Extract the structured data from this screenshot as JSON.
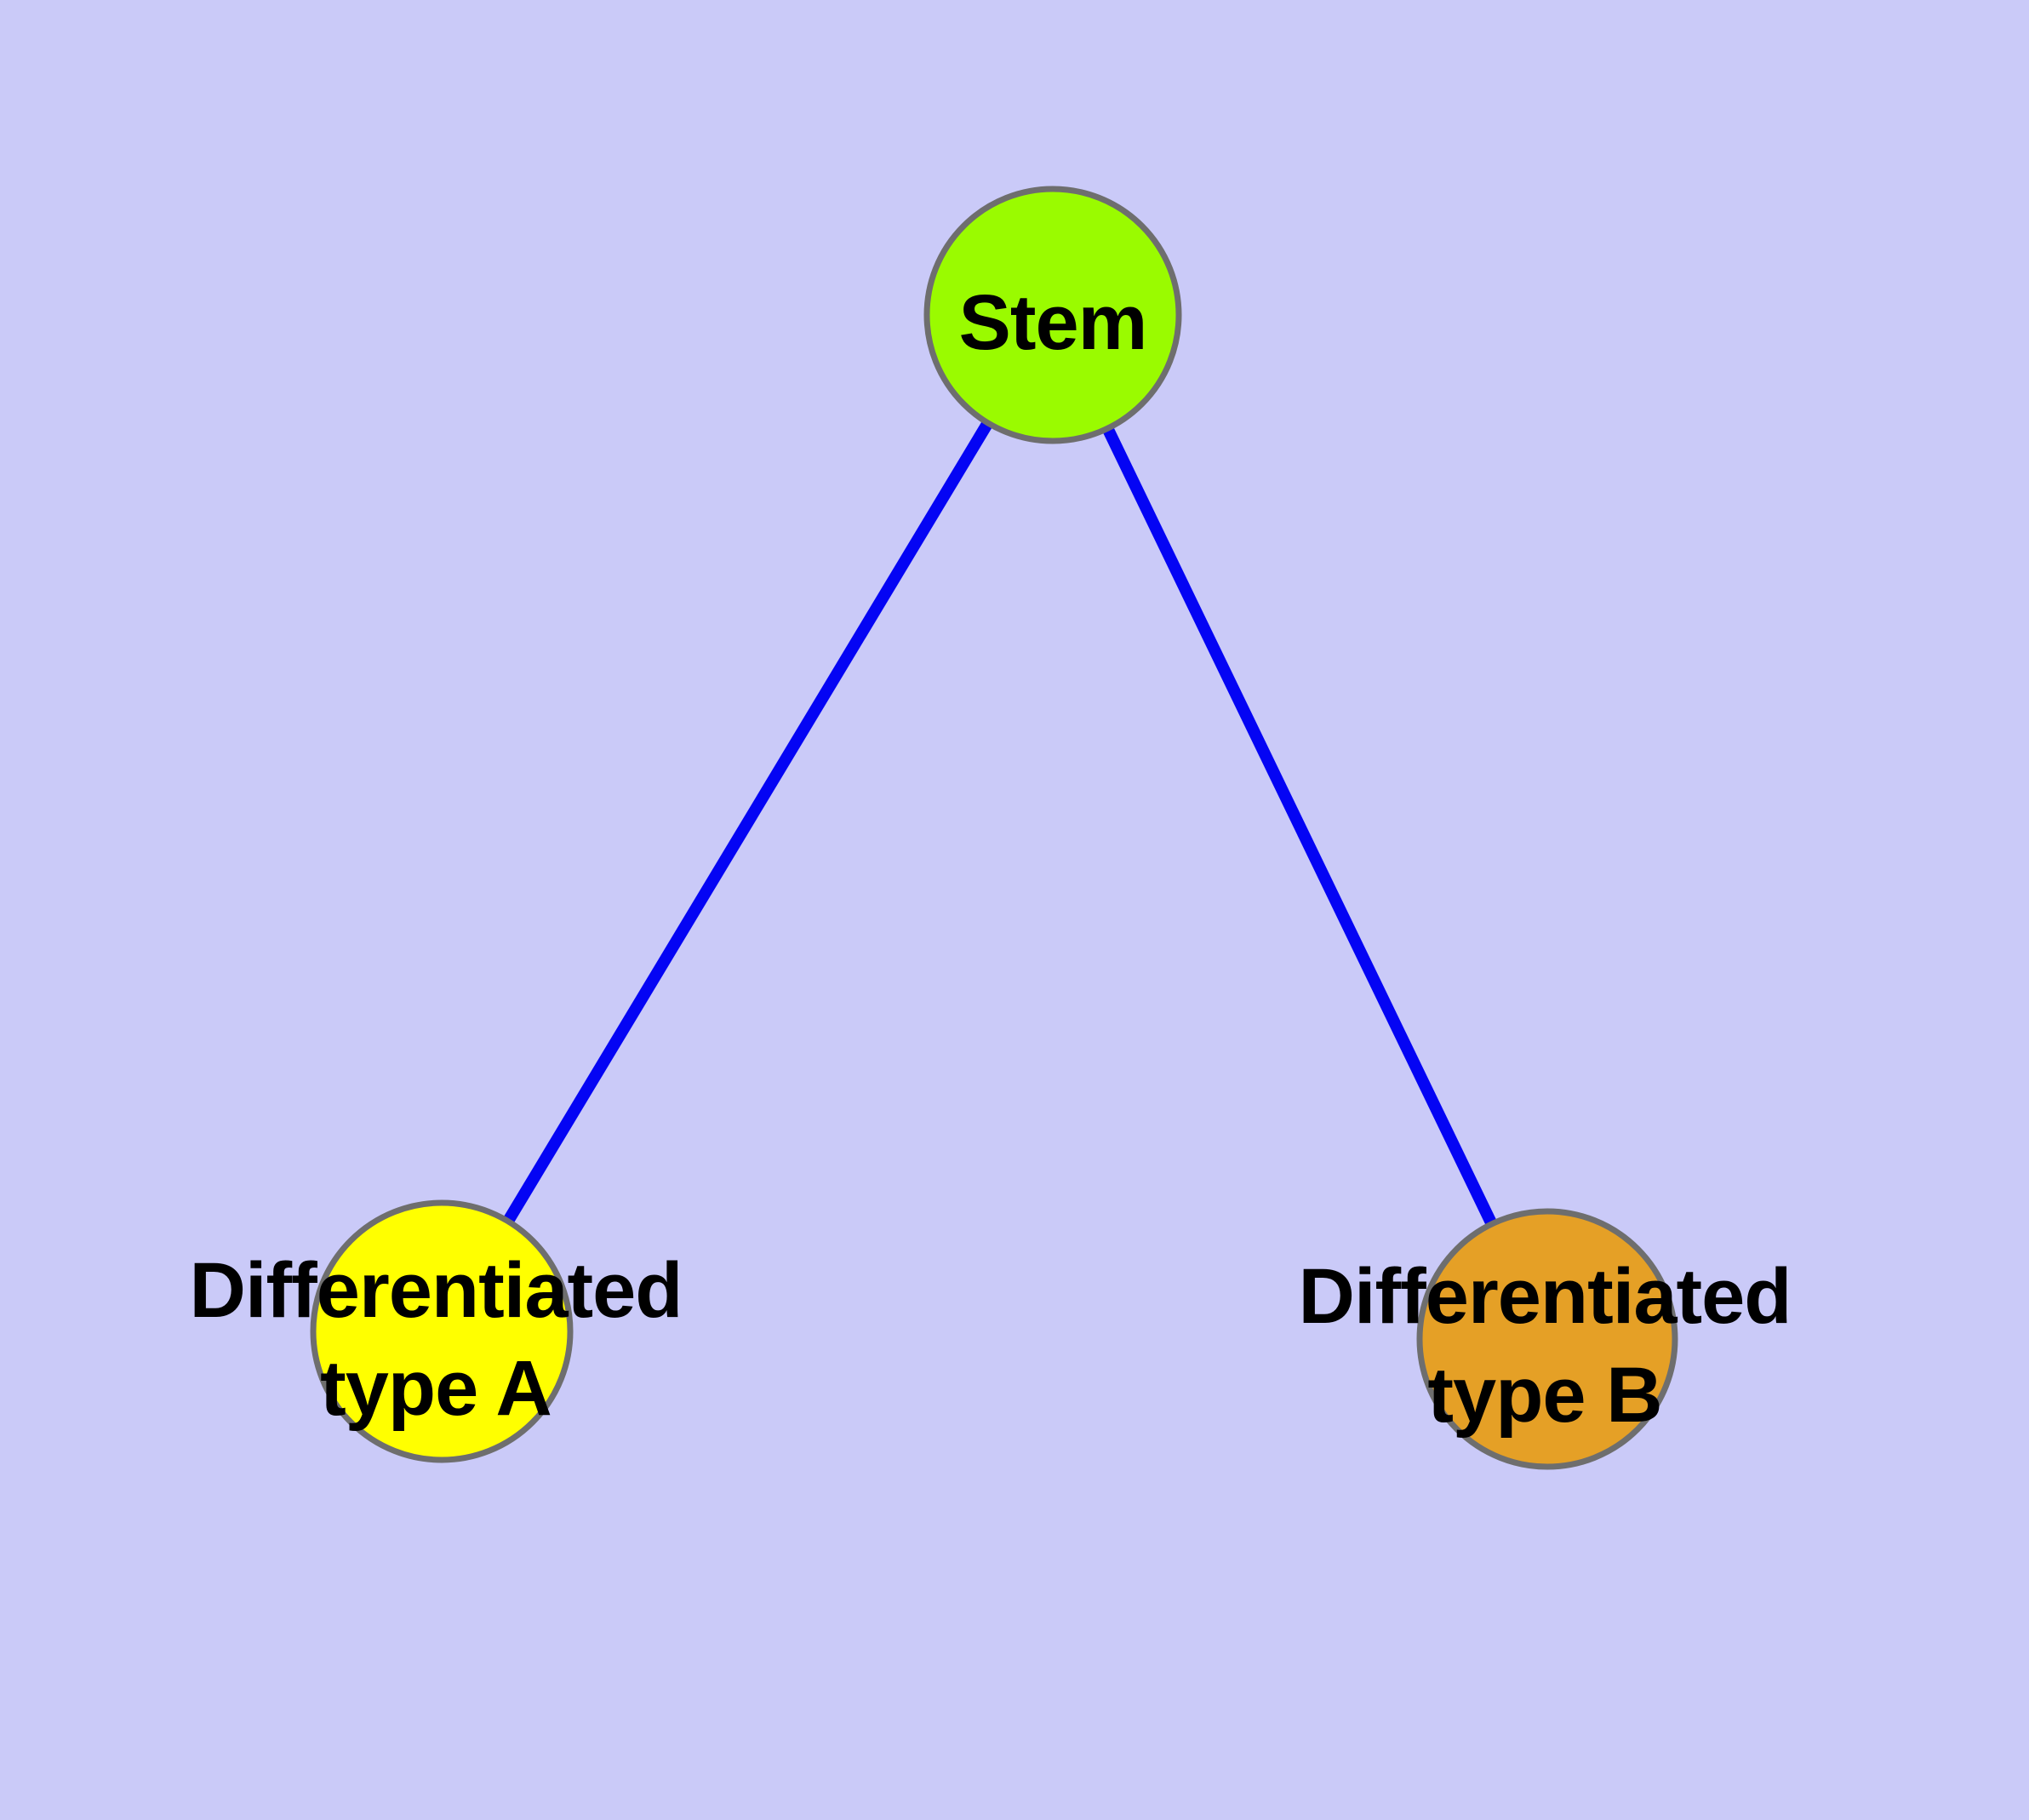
{
  "diagram": {
    "type": "graph",
    "description": "Cell differentiation hierarchy: a stem node connected to two differentiated cell-type nodes",
    "background_color": "#CACAF8",
    "edge_color": "#0404F4",
    "node_border_color": "#6E6E6E",
    "label_color": "#000000",
    "nodes": [
      {
        "id": "stem",
        "label": "Stem",
        "color": "#9AFB00"
      },
      {
        "id": "differentiated-type-a",
        "label": "Differentiated type A",
        "label_line1": "Differentiated",
        "label_line2": "type A",
        "color": "#FFFF00"
      },
      {
        "id": "differentiated-type-b",
        "label": "Differentiated type B",
        "label_line1": "Differentiated",
        "label_line2": "type B",
        "color": "#E5A026"
      }
    ],
    "edges": [
      {
        "from": "stem",
        "to": "differentiated-type-a"
      },
      {
        "from": "stem",
        "to": "differentiated-type-b"
      }
    ]
  }
}
